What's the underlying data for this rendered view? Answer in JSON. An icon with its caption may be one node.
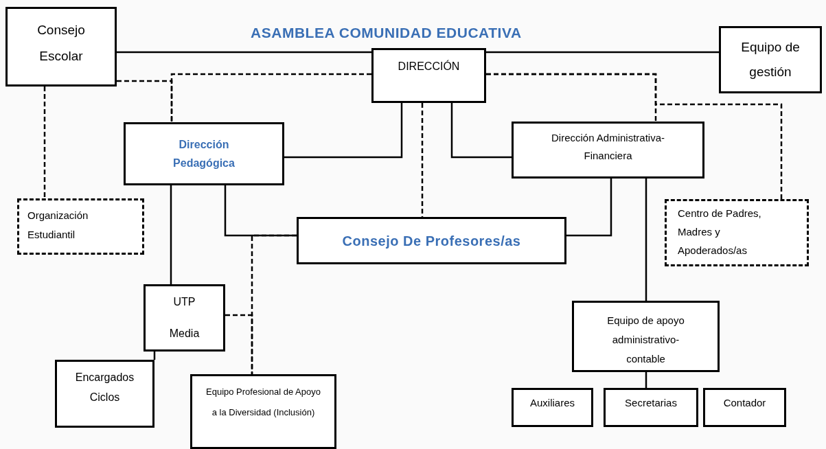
{
  "diagram": {
    "title": "ASAMBLEA COMUNIDAD EDUCATIVA",
    "nodes": [
      {
        "text": [
          "Consejo Escolar"
        ]
      },
      {
        "text": [
          "Equipo de gestión"
        ]
      },
      {
        "text": [
          "DIRECCIÓN"
        ]
      },
      {
        "text": [
          "Dirección Pedagógica"
        ]
      },
      {
        "text": [
          "Dirección Administrativa-Financiera"
        ]
      },
      {
        "text": [
          "Organización Estudiantil"
        ]
      },
      {
        "text": [
          "Centro de Padres, Madres y Apoderados/as"
        ]
      },
      {
        "text": [
          "Consejo De Profesores/as"
        ]
      },
      {
        "text": [
          "UTP Media"
        ]
      },
      {
        "text": [
          "Encargados Ciclos"
        ]
      },
      {
        "text": [
          "Equipo Profesional de Apoyo a la Diversidad (Inclusión)"
        ]
      },
      {
        "text": [
          "Equipo de apoyo administrativo-contable"
        ]
      },
      {
        "text": [
          "Auxiliares"
        ]
      },
      {
        "text": [
          "Secretarias"
        ]
      },
      {
        "text": [
          "Contador"
        ]
      }
    ],
    "edges": [
      {
        "from": 0,
        "to": 2,
        "arrow": "none"
      },
      {
        "from": 2,
        "to": 1,
        "arrow": "none"
      },
      {
        "from": 0,
        "to": 3,
        "arrow": "none",
        "style": "dashed"
      },
      {
        "from": 2,
        "to": 3,
        "arrow": "none",
        "style": "dashed"
      },
      {
        "from": 2,
        "to": 4,
        "arrow": "none",
        "style": "dashed"
      },
      {
        "from": 2,
        "to": 6,
        "arrow": "none",
        "style": "dashed"
      },
      {
        "from": 0,
        "to": 5,
        "arrow": "none",
        "style": "dashed"
      },
      {
        "from": 2,
        "to": 3,
        "arrow": "none"
      },
      {
        "from": 2,
        "to": 4,
        "arrow": "none"
      },
      {
        "from": 2,
        "to": 7,
        "arrow": "none",
        "style": "dashed"
      },
      {
        "from": 3,
        "to": 8,
        "arrow": "none"
      },
      {
        "from": 3,
        "to": 7,
        "arrow": "none"
      },
      {
        "from": 4,
        "to": 7,
        "arrow": "none"
      },
      {
        "from": 4,
        "to": 11,
        "arrow": "none"
      },
      {
        "from": 7,
        "to": 10,
        "arrow": "none",
        "style": "dashed"
      },
      {
        "from": 8,
        "to": 10,
        "arrow": "none",
        "style": "dashed"
      },
      {
        "from": 8,
        "to": 9,
        "arrow": "none"
      },
      {
        "from": 11,
        "to": 13,
        "arrow": "none"
      }
    ]
  }
}
